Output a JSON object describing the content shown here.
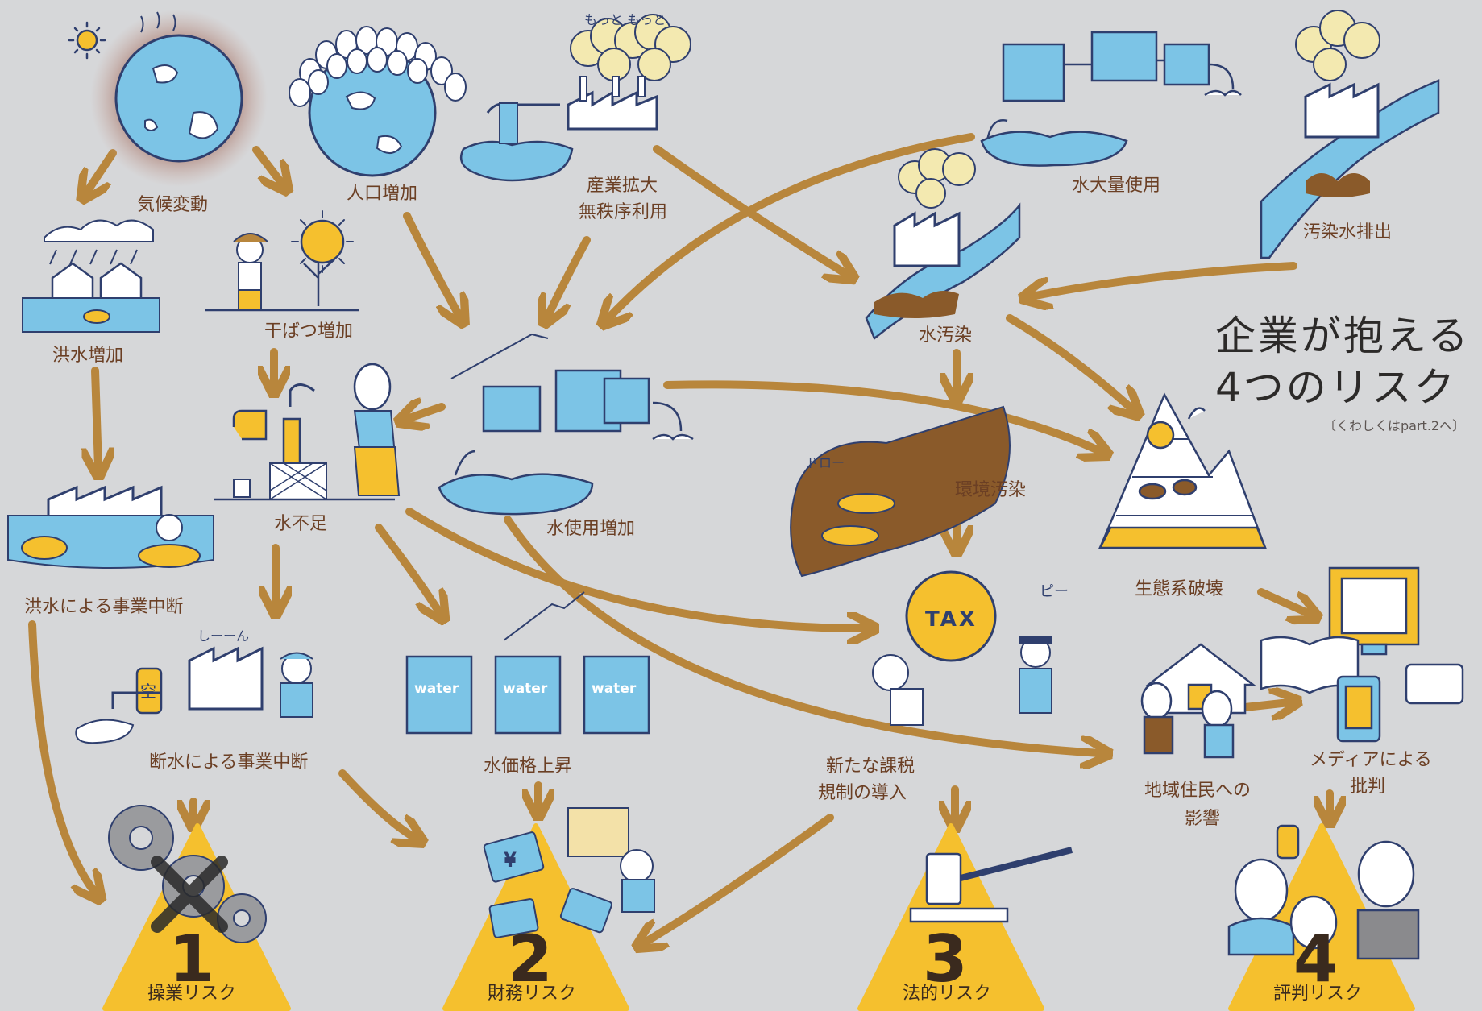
{
  "title": {
    "line1": "企業が抱える",
    "line2": "4つのリスク"
  },
  "subtitle": "〔くわしくはpart.2へ〕",
  "nodes": {
    "climate": "気候変動",
    "population": "人口増加",
    "industry_1": "産業拡大",
    "industry_2": "無秩序利用",
    "water_mass_use": "水大量使用",
    "polluted_discharge": "汚染水排出",
    "flood_increase": "洪水増加",
    "drought": "干ばつ増加",
    "water_pollution": "水汚染",
    "water_shortage": "水不足",
    "water_use_increase": "水使用増加",
    "env_pollution": "環境汚染",
    "ecosystem": "生態系破壊",
    "flood_stop": "洪水による事業中断",
    "cutoff_stop": "断水による事業中断",
    "water_price": "水価格上昇",
    "new_tax_1": "新たな課税",
    "new_tax_2": "規制の導入",
    "community_1": "地域住民への",
    "community_2": "影響",
    "media_1": "メディアによる",
    "media_2": "批判"
  },
  "illustration_text": {
    "motto": "もっと もっと",
    "doro": "ドロー",
    "tax": "TAX",
    "pi": "ピー",
    "shiin": "しーーん",
    "kara": "空",
    "water": "water",
    "yen": "¥"
  },
  "risks": [
    {
      "num": "1",
      "label": "操業リスク"
    },
    {
      "num": "2",
      "label": "財務リスク"
    },
    {
      "num": "3",
      "label": "法的リスク"
    },
    {
      "num": "4",
      "label": "評判リスク"
    }
  ],
  "colors": {
    "background": "#d6d7d9",
    "arrow": "#b8863c",
    "accent_yellow": "#f5c02e",
    "water_blue": "#7cc4e6",
    "ink": "#2f3f6e",
    "label": "#6b3f24"
  }
}
